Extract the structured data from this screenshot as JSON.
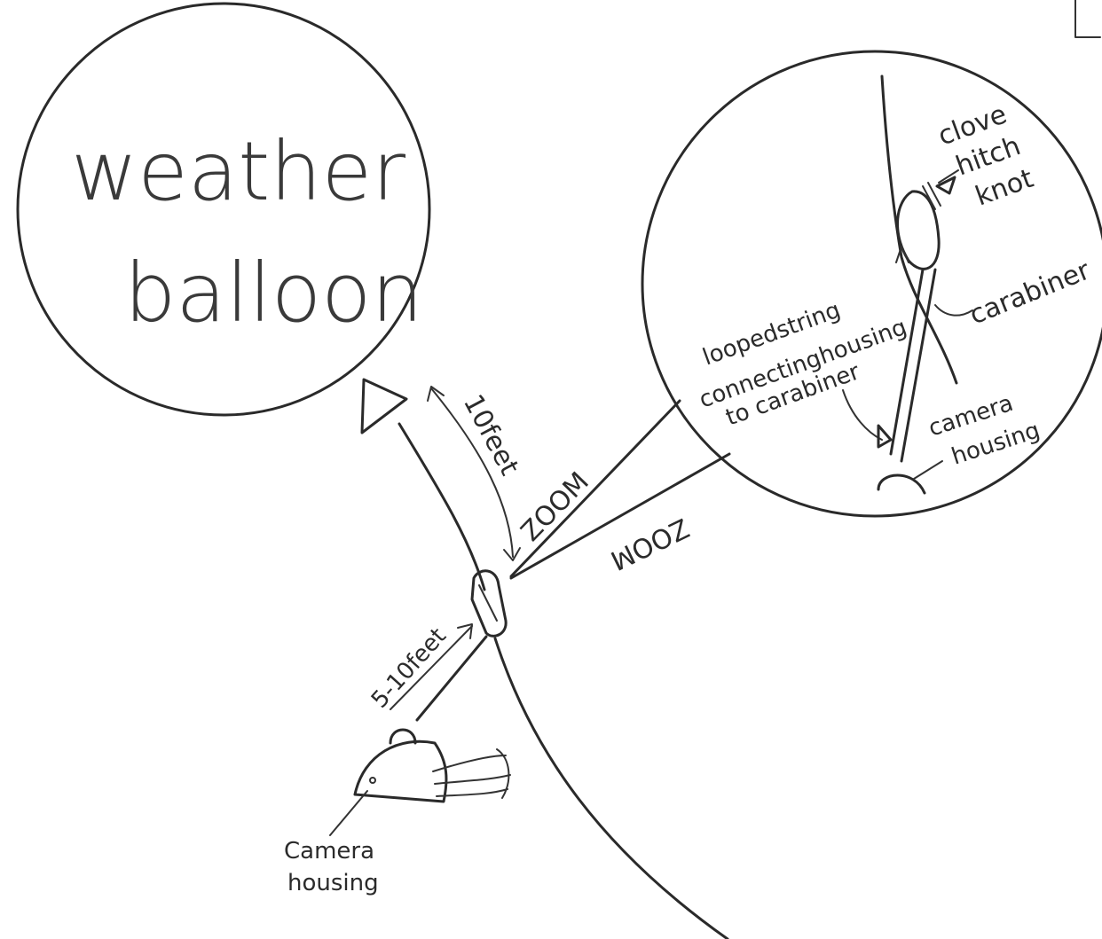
{
  "diagram": {
    "balloon_line1": "weather",
    "balloon_line2": "balloon",
    "distance_balloon_to_knot": "10feet",
    "distance_knot_to_housing": "5-10feet",
    "zoom_label_upper": "ZOOM",
    "zoom_label_lower": "ZOOM",
    "housing_label_line1": "Camera",
    "housing_label_line2": "housing",
    "inset": {
      "knot_line1": "clove",
      "knot_line2": "hitch",
      "knot_line3": "knot",
      "carabiner": "carabiner",
      "string_line1": "loopedstring",
      "string_line2": "connectinghousing",
      "string_line3": "to carabiner",
      "housing_line1": "camera",
      "housing_line2": "housing"
    }
  }
}
